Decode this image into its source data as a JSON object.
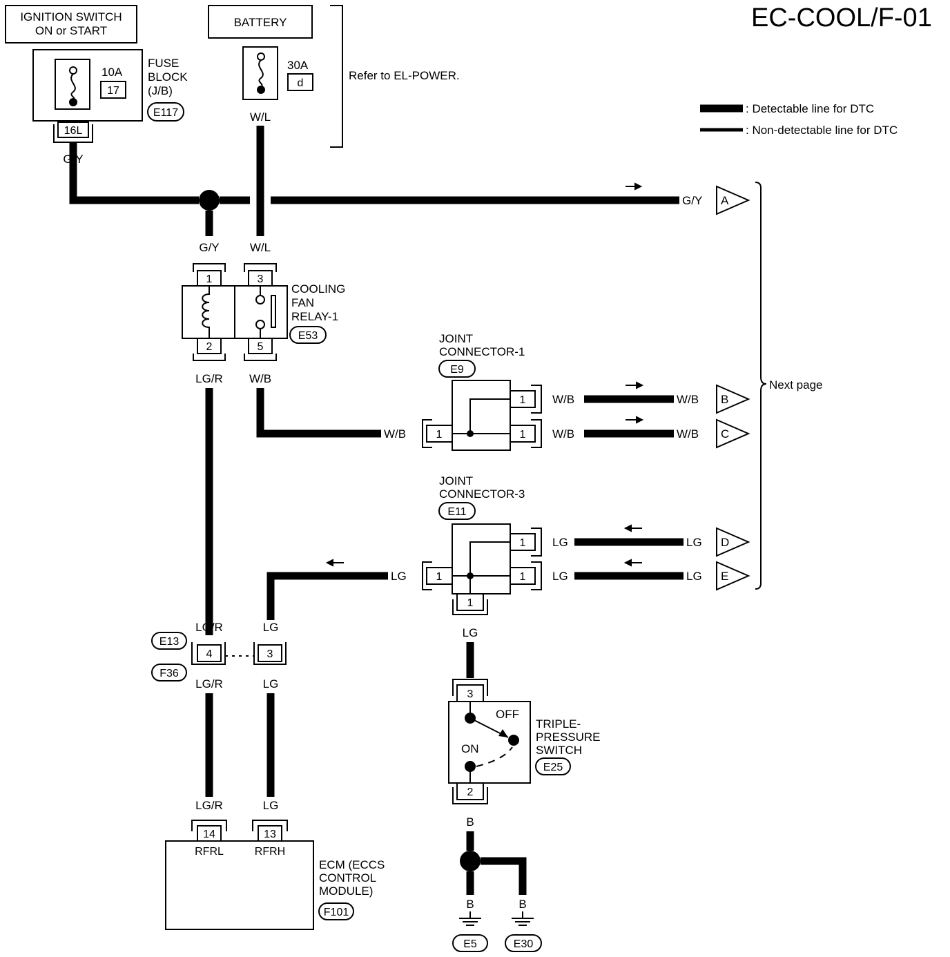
{
  "title": "EC-COOL/F-01",
  "legend": {
    "detectable": ": Detectable line for DTC",
    "non_detectable": ": Non-detectable line for DTC"
  },
  "ignition_switch": {
    "line1": "IGNITION SWITCH",
    "line2": "ON or START"
  },
  "battery": {
    "label": "BATTERY"
  },
  "fuse_block": {
    "line1": "FUSE",
    "line2": "BLOCK",
    "line3": "(J/B)",
    "amp": "10A",
    "fuse_no": "17",
    "connector": "E117",
    "pin": "16L"
  },
  "battery_fuse": {
    "amp": "30A",
    "fuse_no": "d"
  },
  "refer": "Refer to EL-POWER.",
  "next_page": "Next page",
  "relay": {
    "line1": "COOLING",
    "line2": "FAN",
    "line3": "RELAY-1",
    "connector": "E53",
    "pins": [
      "1",
      "3",
      "2",
      "5"
    ]
  },
  "joint1": {
    "line1": "JOINT",
    "line2": "CONNECTOR-1",
    "connector": "E9"
  },
  "joint3": {
    "line1": "JOINT",
    "line2": "CONNECTOR-3",
    "connector": "E11"
  },
  "triple_switch": {
    "line1": "TRIPLE-",
    "line2": "PRESSURE",
    "line3": "SWITCH",
    "connector": "E25",
    "off": "OFF",
    "on": "ON",
    "pins": [
      "3",
      "2"
    ]
  },
  "ecm": {
    "line1": "ECM (ECCS",
    "line2": "CONTROL",
    "line3": "MODULE)",
    "connector": "F101",
    "pins": [
      "14",
      "13"
    ],
    "terminals": [
      "RFRL",
      "RFRH"
    ]
  },
  "inline": {
    "top": "E13",
    "bottom": "F36",
    "pins": [
      "4",
      "3"
    ]
  },
  "grounds": [
    "E5",
    "E30"
  ],
  "wire_colors": {
    "gy": "G/Y",
    "wl": "W/L",
    "lgr": "LG/R",
    "wb": "W/B",
    "lg": "LG",
    "b": "B"
  },
  "offpage": [
    "A",
    "B",
    "C",
    "D",
    "E"
  ],
  "pin_one": "1"
}
